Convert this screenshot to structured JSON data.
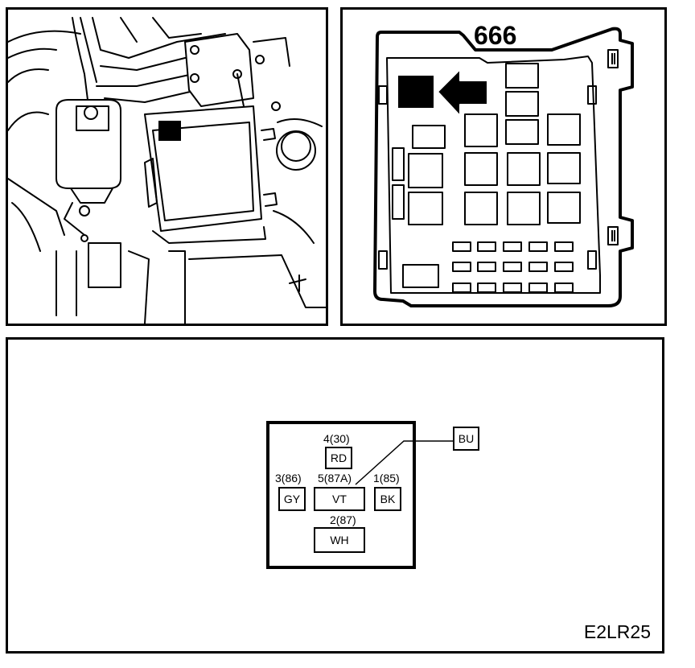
{
  "callout_number": "666",
  "figure_id": "E2LR25",
  "relay": {
    "pin_top": {
      "pin": "4(30)",
      "color": "RD"
    },
    "pin_left": {
      "pin": "3(86)",
      "color": "GY"
    },
    "pin_center": {
      "pin": "5(87A)",
      "color": "VT"
    },
    "pin_right": {
      "pin": "1(85)",
      "color": "BK"
    },
    "pin_bottom": {
      "pin": "2(87)",
      "color": "WH"
    },
    "wire_label": "BU"
  }
}
